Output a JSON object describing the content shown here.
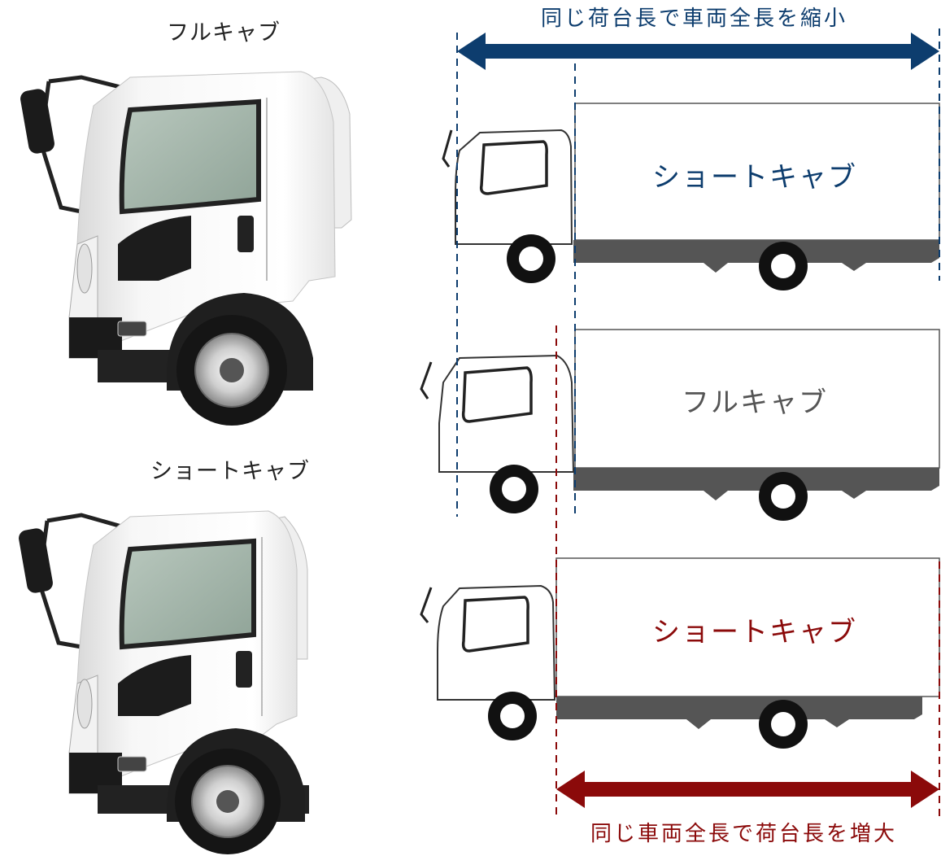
{
  "photos": {
    "full_cab_label": "フルキャブ",
    "short_cab_label": "ショートキャブ"
  },
  "comparison_top": {
    "text": "同じ荷台長で車両全長を縮小",
    "color": "#0d3d6e"
  },
  "comparison_bottom": {
    "text": "同じ車両全長で荷台長を増大",
    "color": "#8b0a0a"
  },
  "trucks": [
    {
      "label": "ショートキャブ",
      "color": "#0d3d6e"
    },
    {
      "label": "フルキャブ",
      "color": "#555555"
    },
    {
      "label": "ショートキャブ",
      "color": "#8b0a0a"
    }
  ]
}
